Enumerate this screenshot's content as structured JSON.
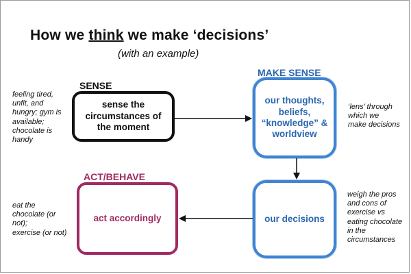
{
  "title": {
    "part1": "How we ",
    "part2": "think",
    "part3": " we make ‘decisions’"
  },
  "subtitle": "(with an example)",
  "sense": {
    "label": "SENSE",
    "lines": [
      "sense the",
      "circumstances of",
      "the moment"
    ],
    "note": [
      "feeling tired,",
      "unfit, and",
      "hungry; gym is",
      "available;",
      "chocolate is",
      "handy"
    ]
  },
  "make_sense": {
    "label": "MAKE SENSE",
    "lines": [
      "our thoughts,",
      "beliefs,",
      "“knowledge” &",
      "worldview"
    ],
    "note": [
      "‘lens’ through",
      "which we",
      "make decisions"
    ]
  },
  "decisions": {
    "lines": [
      "our decisions"
    ],
    "note": [
      "weigh the pros",
      "and cons of",
      "exercise vs",
      "eating chocolate",
      "in the",
      "circumstances"
    ]
  },
  "act": {
    "label": "ACT/BEHAVE",
    "lines": [
      "act accordingly"
    ],
    "note": [
      "eat the",
      "chocolate (or",
      "not);",
      "exercise (or not)"
    ]
  },
  "colors": {
    "sense": "#111111",
    "make_sense": "#3f84d1",
    "act": "#a02a62",
    "arrow": "#111111"
  }
}
